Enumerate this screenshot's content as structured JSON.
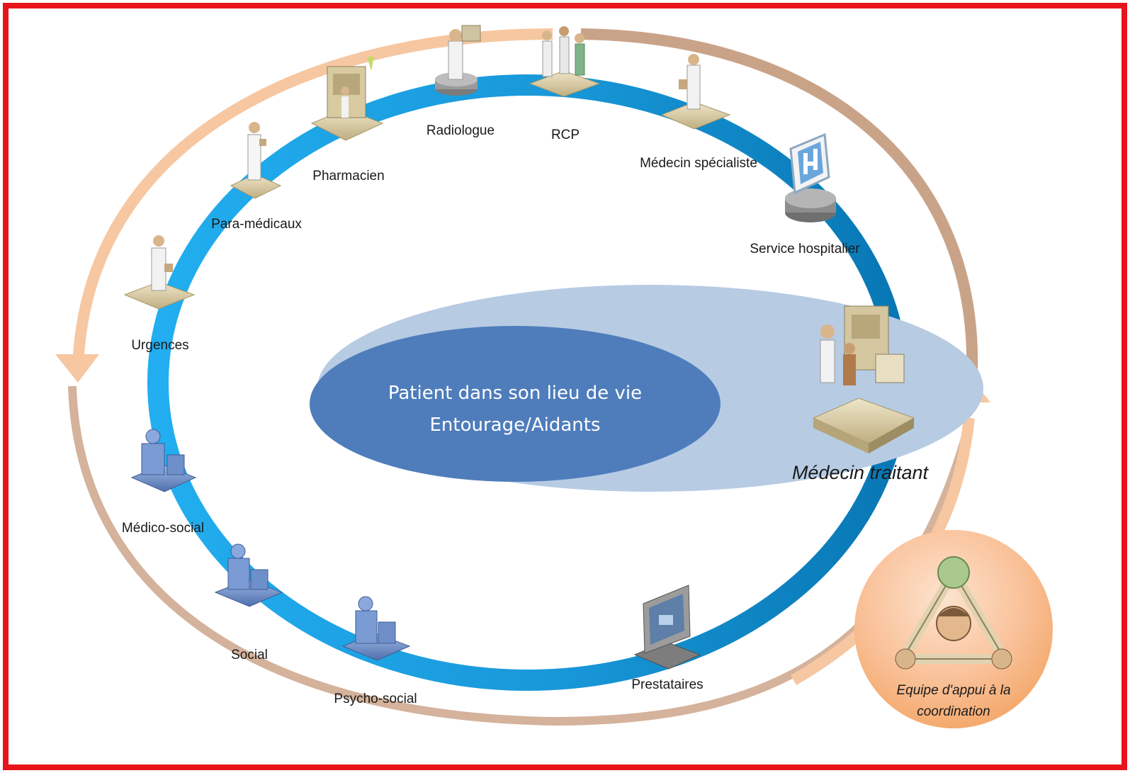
{
  "center": {
    "line1": "Patient dans son lieu de vie",
    "line2": "Entourage/Aidants"
  },
  "nodes": {
    "radiologue": "Radiologue",
    "rcp": "RCP",
    "medecin_specialiste": "Médecin spécialiste",
    "pharmacien": "Pharmacien",
    "para_medicaux": "Para-médicaux",
    "service_hospitalier": "Service hospitalier",
    "urgences": "Urgences",
    "medecin_traitant": "Médecin traitant",
    "medico_social": "Médico-social",
    "social": "Social",
    "psycho_social": "Psycho-social",
    "prestataires": "Prestataires"
  },
  "equipe": {
    "line1": "Equipe d'appui à la",
    "line2": "coordination"
  },
  "colors": {
    "border": "#e8141c",
    "blue_ring": "#1da4e6",
    "blue_ring_dark": "#0a7fbf",
    "center_dark": "#4f7dbb",
    "center_light": "#b7cbe3",
    "outer_arrow_peach": "#f6c7a1",
    "outer_arrow_tan": "#c9a388",
    "equipe_circle": "#f7b682",
    "figure_beige": "#ddd0a8",
    "figure_blue": "#6f93cf"
  },
  "icons": {
    "radiologue": "doctor-with-xray-icon",
    "rcp": "medical-team-icon",
    "medecin_specialiste": "doctor-icon",
    "pharmacien": "pharmacy-counter-icon",
    "para_medicaux": "nurse-icon",
    "service_hospitalier": "hospital-sign-icon",
    "urgences": "emergency-doctor-icon",
    "medecin_traitant": "doctor-office-icon",
    "medico_social": "social-worker-desk-icon",
    "social": "social-worker-icon",
    "psycho_social": "psychologist-icon",
    "prestataires": "monitor-icon",
    "equipe": "team-triangle-icon"
  }
}
